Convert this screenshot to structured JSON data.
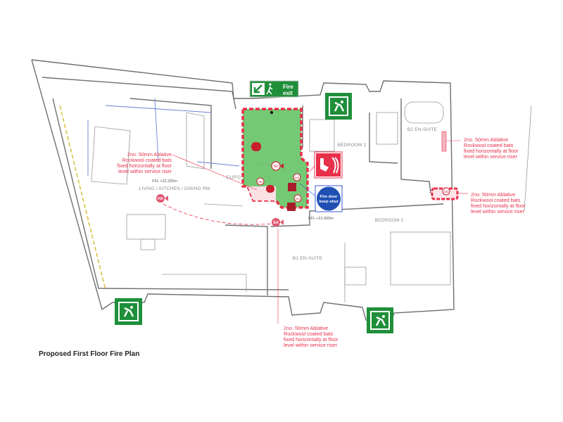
{
  "caption": "Proposed First Floor Fire Plan",
  "rooms": {
    "living": "LIVING / KITCHEN / DINING RM",
    "cupd": "CUP'D",
    "bedroom2": "BEDROOM 2",
    "b2_ensuite": "B2 EN-SUITE",
    "bedroom1": "BEDROOM 1",
    "b1_ensuite": "B1 EN-SUITE",
    "landing": "FF LA..."
  },
  "levels": {
    "ffl_living": "FFL +22.325m",
    "ffl_hall": "FFL +21.965m"
  },
  "signs": {
    "fire_exit_line1": "Fire",
    "fire_exit_line2": "exit",
    "fire_door_line1": "Fire door",
    "fire_door_line2": "keep shut"
  },
  "markers": {
    "heat_alarm": "HA",
    "smoke_alarm": "SA",
    "smoke_detector": "SD",
    "fire_door_30s": "30S"
  },
  "notes": {
    "riser_note": [
      "2no. 50mm Ablative",
      "Rockwool coated bats",
      "fixed horizontally at floor",
      "level within service riser"
    ]
  },
  "colors": {
    "safe_green": "#5cc15c",
    "sign_green": "#1f8f3a",
    "fire_red": "#e8304a",
    "mandatory_blue": "#1f4fb3"
  }
}
